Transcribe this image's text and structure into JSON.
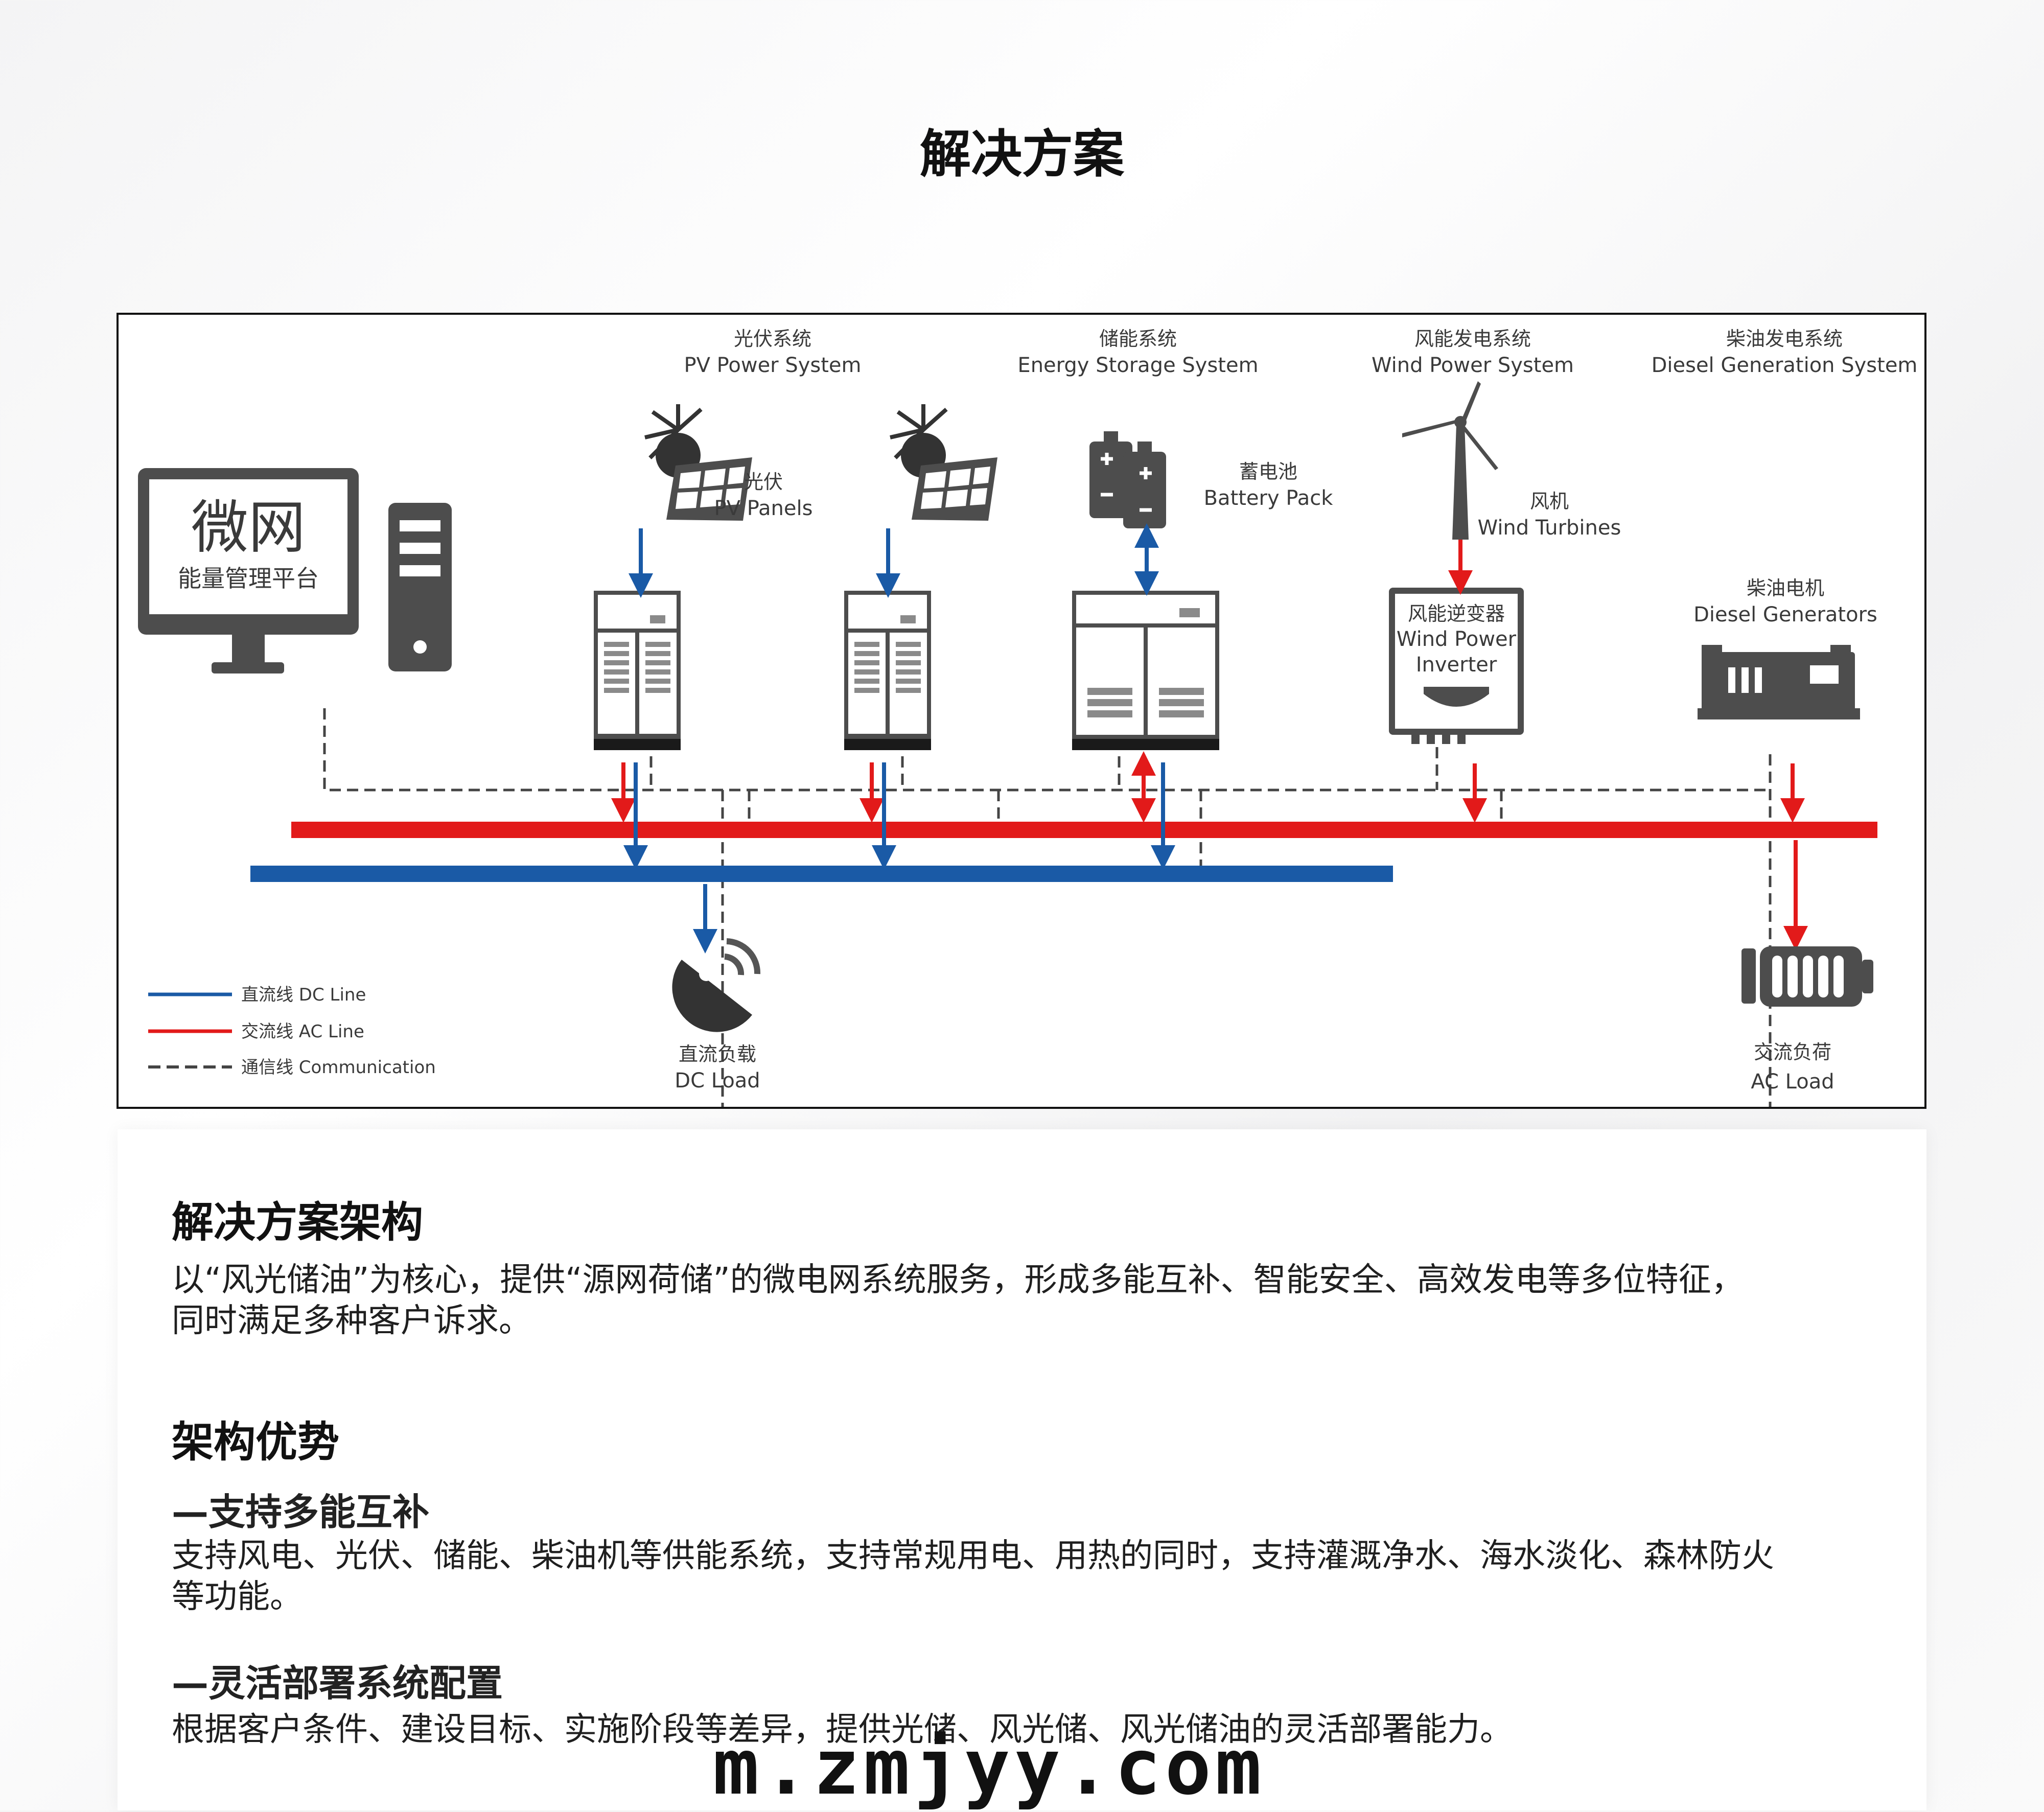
{
  "page_title": "解决方案",
  "diagram": {
    "systems": {
      "pv": {
        "cn": "光伏系统",
        "en": "PV Power System"
      },
      "storage": {
        "cn": "储能系统",
        "en": "Energy Storage System"
      },
      "wind": {
        "cn": "风能发电系统",
        "en": "Wind Power System"
      },
      "diesel": {
        "cn": "柴油发电系统",
        "en": "Diesel Generation System"
      }
    },
    "monitor": {
      "title": "微网",
      "subtitle": "能量管理平台"
    },
    "pv_panels": {
      "cn": "光伏",
      "en": "PV Panels"
    },
    "battery": {
      "cn": "蓄电池",
      "en": "Battery Pack"
    },
    "wind_turbines": {
      "cn": "风机",
      "en": "Wind Turbines"
    },
    "wind_inverter": {
      "line1": "风能逆变器",
      "line2": "Wind Power",
      "line3": "Inverter"
    },
    "diesel_gen": {
      "cn": "柴油电机",
      "en": "Diesel Generators"
    },
    "dc_load": {
      "cn": "直流负载",
      "en": "DC Load"
    },
    "ac_load": {
      "cn": "交流负荷",
      "en": "AC Load"
    },
    "legend": {
      "dc": "直流线 DC Line",
      "ac": "交流线 AC Line",
      "comm": "通信线 Communication"
    },
    "colors": {
      "dc_line": "#1a5aa6",
      "ac_line": "#e21a1a",
      "device": "#4d4d4d"
    }
  },
  "section1": {
    "heading": "解决方案架构",
    "body_line1": "以“风光储油”为核心，提供“源网荷储”的微电网系统服务，形成多能互补、智能安全、高效发电等多位特征，",
    "body_line2": "同时满足多种客户诉求。"
  },
  "section2": {
    "heading": "架构优势",
    "item1_title": "—支持多能互补",
    "item1_line1": "支持风电、光伏、储能、柴油机等供能系统，支持常规用电、用热的同时，支持灌溉净水、海水淡化、森林防火",
    "item1_line2": "等功能。",
    "item2_title": "—灵活部署系统配置",
    "item2_line1": "根据客户条件、建设目标、实施阶段等差异，提供光储、风光储、风光储油的灵活部署能力。"
  },
  "watermark": "m.zmjyy.com"
}
